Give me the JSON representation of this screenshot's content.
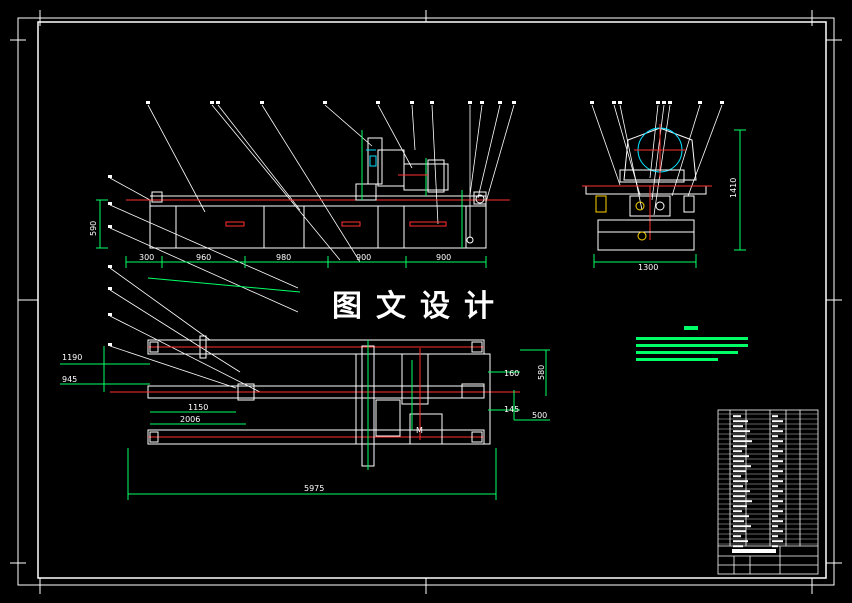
{
  "watermark": "图文设计",
  "colors": {
    "background": "#000000",
    "lines": "#ffffff",
    "center_lines": "#ff3030",
    "dimensions": "#00ff66",
    "notes": "#00ff66",
    "frame_accent": "#ff3030",
    "highlight": "#00e0ff",
    "yellow": "#ffd400"
  },
  "front_view": {
    "dims_horizontal": [
      "300",
      "960",
      "980",
      "900",
      "900"
    ],
    "dim_vertical": "590"
  },
  "side_view": {
    "dim_width": "1300",
    "dim_height": "1410"
  },
  "plan_view": {
    "dims_left": [
      "1190",
      "945"
    ],
    "dims_inner": [
      "1150",
      "2006"
    ],
    "dim_total": "5975",
    "dims_right": [
      "160",
      "580",
      "145",
      "500"
    ]
  },
  "notes_block": {
    "title": "技术要求",
    "line_count": 4
  },
  "title_block": {
    "label": "标题栏"
  }
}
